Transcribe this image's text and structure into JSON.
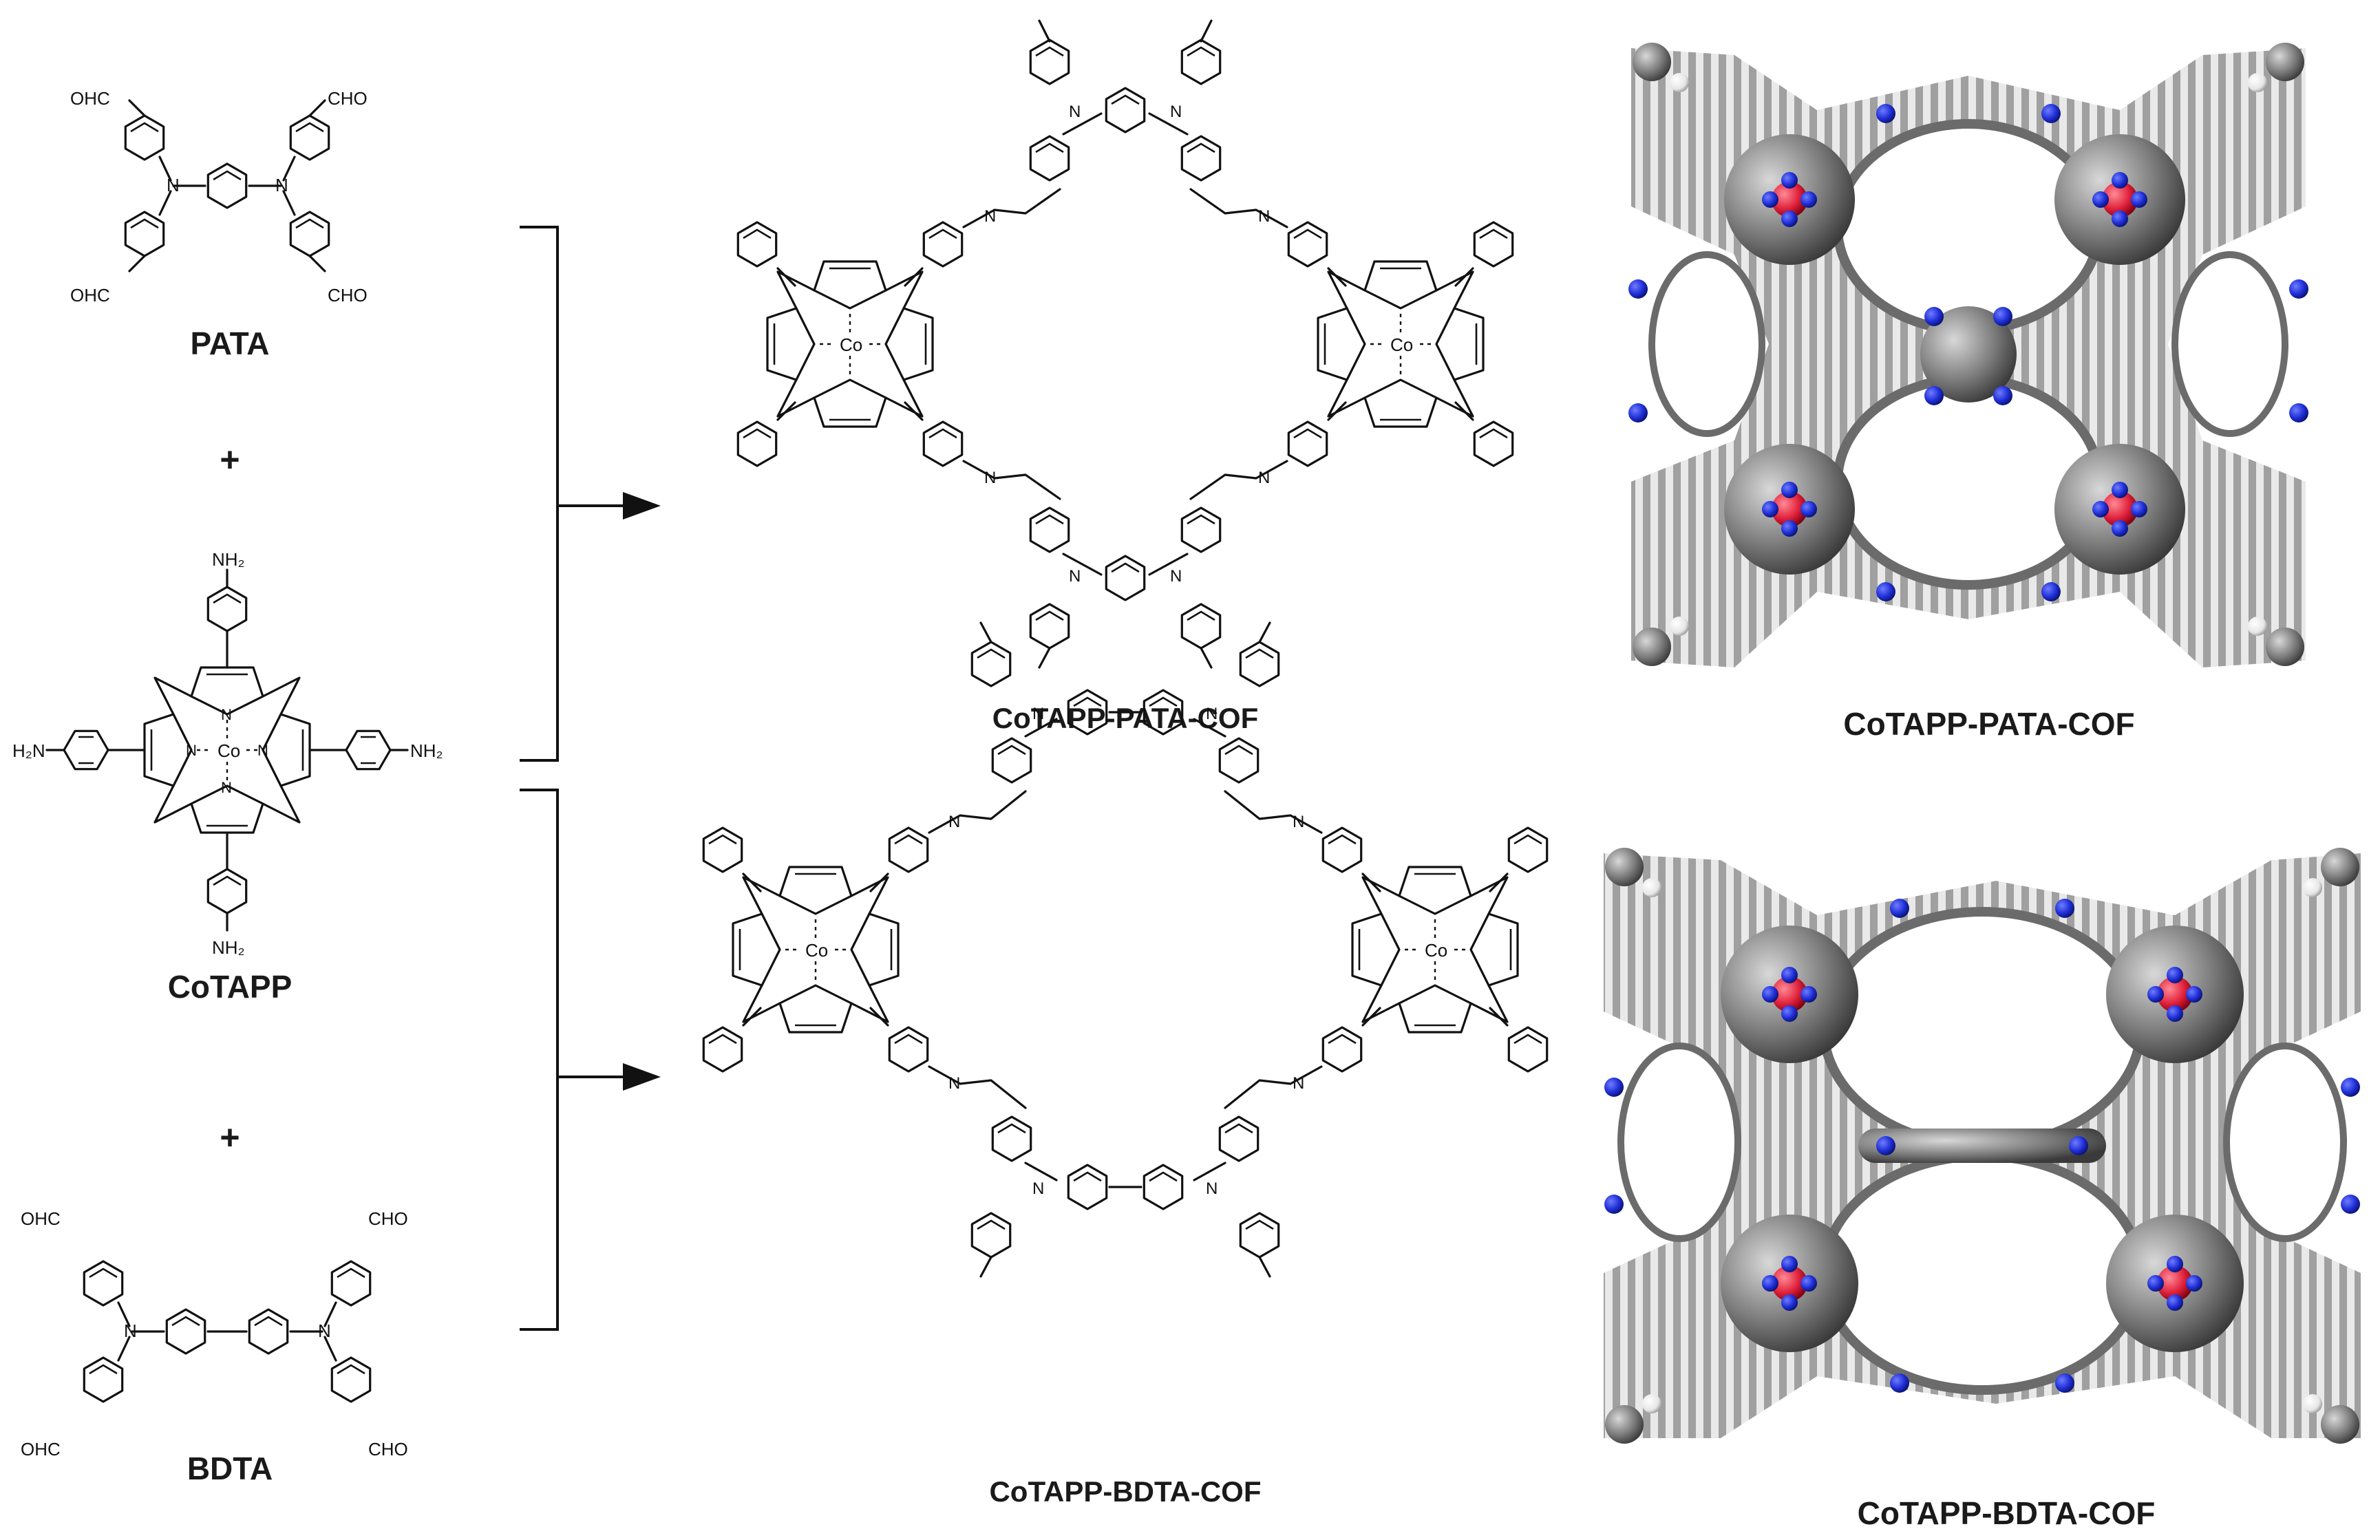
{
  "reactants": {
    "pata": {
      "name": "PATA",
      "groups": [
        "OHC",
        "CHO",
        "OHC",
        "CHO"
      ],
      "amine": "N"
    },
    "plus1": "+",
    "cotapp": {
      "name": "CoTAPP",
      "amine_top": "NH₂",
      "amine_left": "H₂N",
      "amine_right": "NH₂",
      "amine_bottom": "NH₂",
      "metal": "Co",
      "ring_n": "N"
    },
    "plus2": "+",
    "bdta": {
      "name": "BDTA",
      "groups": [
        "OHC",
        "CHO",
        "OHC",
        "CHO"
      ],
      "amine": "N"
    }
  },
  "products": {
    "pata_cof": {
      "name": "CoTAPP-PATA-COF",
      "metal": "Co",
      "ring_n": "N",
      "imine_n": "N"
    },
    "bdta_cof": {
      "name": "CoTAPP-BDTA-COF",
      "metal": "Co",
      "ring_n": "N",
      "imine_n": "N"
    }
  },
  "models": {
    "pata_model": {
      "name": "CoTAPP-PATA-COF"
    },
    "bdta_model": {
      "name": "CoTAPP-BDTA-COF"
    }
  },
  "colors": {
    "carbon": "#7a7a7a",
    "hydrogen": "#f2f2f2",
    "nitrogen": "#1f2fd6",
    "cobalt": "#e0203a"
  }
}
